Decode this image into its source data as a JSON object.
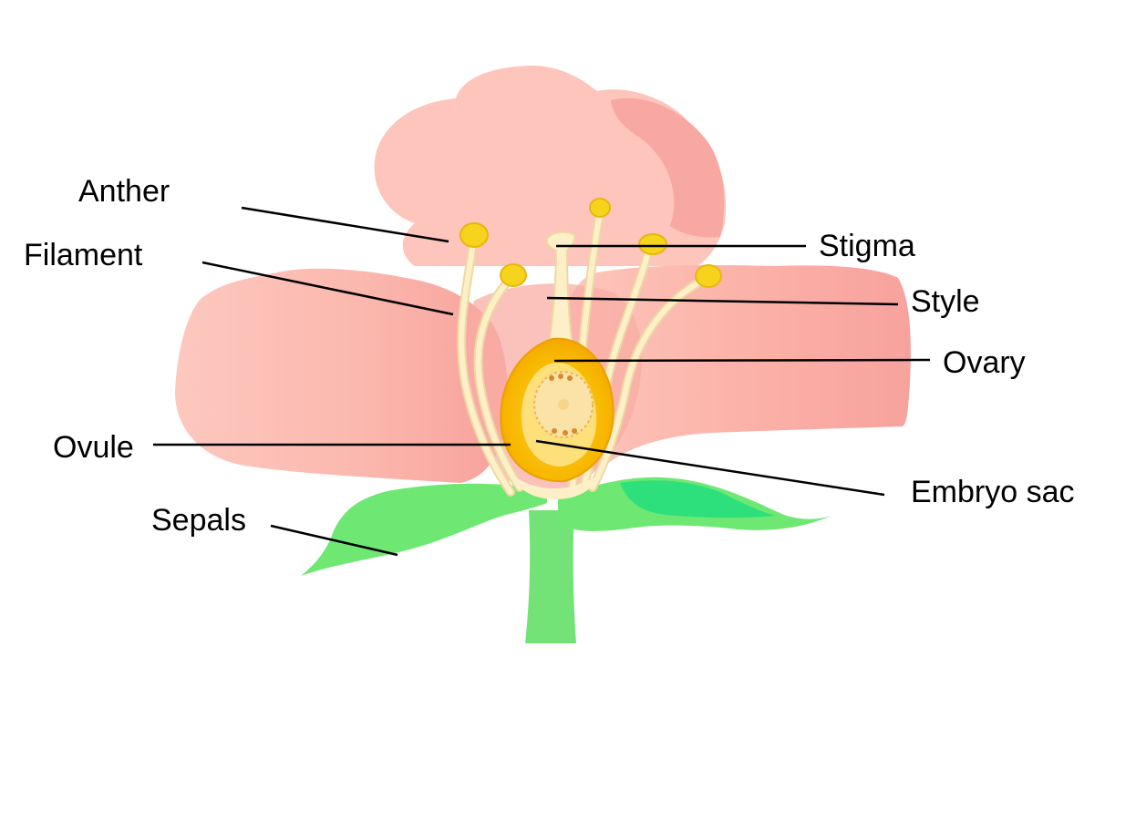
{
  "colors": {
    "petal_light": "#fdc5bb",
    "petal_mid": "#fbb5ab",
    "petal_dark": "#f59c98",
    "filament": "#fdf0c8",
    "filament_edge": "#ecd9a2",
    "anther": "#f6d31c",
    "ovary_outer": "#f7b500",
    "ovary_inner": "#fde07a",
    "embryo_sac": "#fbe2a6",
    "sepal": "#6ee873",
    "sepal_dark": "#2ee07c",
    "stem": "#73e377",
    "label_text": "#000000",
    "leader_line": "#000000"
  },
  "labels": {
    "anther": "Anther",
    "filament": "Filament",
    "stigma": "Stigma",
    "style": "Style",
    "ovary": "Ovary",
    "ovule": "Ovule",
    "embryo_sac": "Embryo sac",
    "sepals": "Sepals"
  }
}
